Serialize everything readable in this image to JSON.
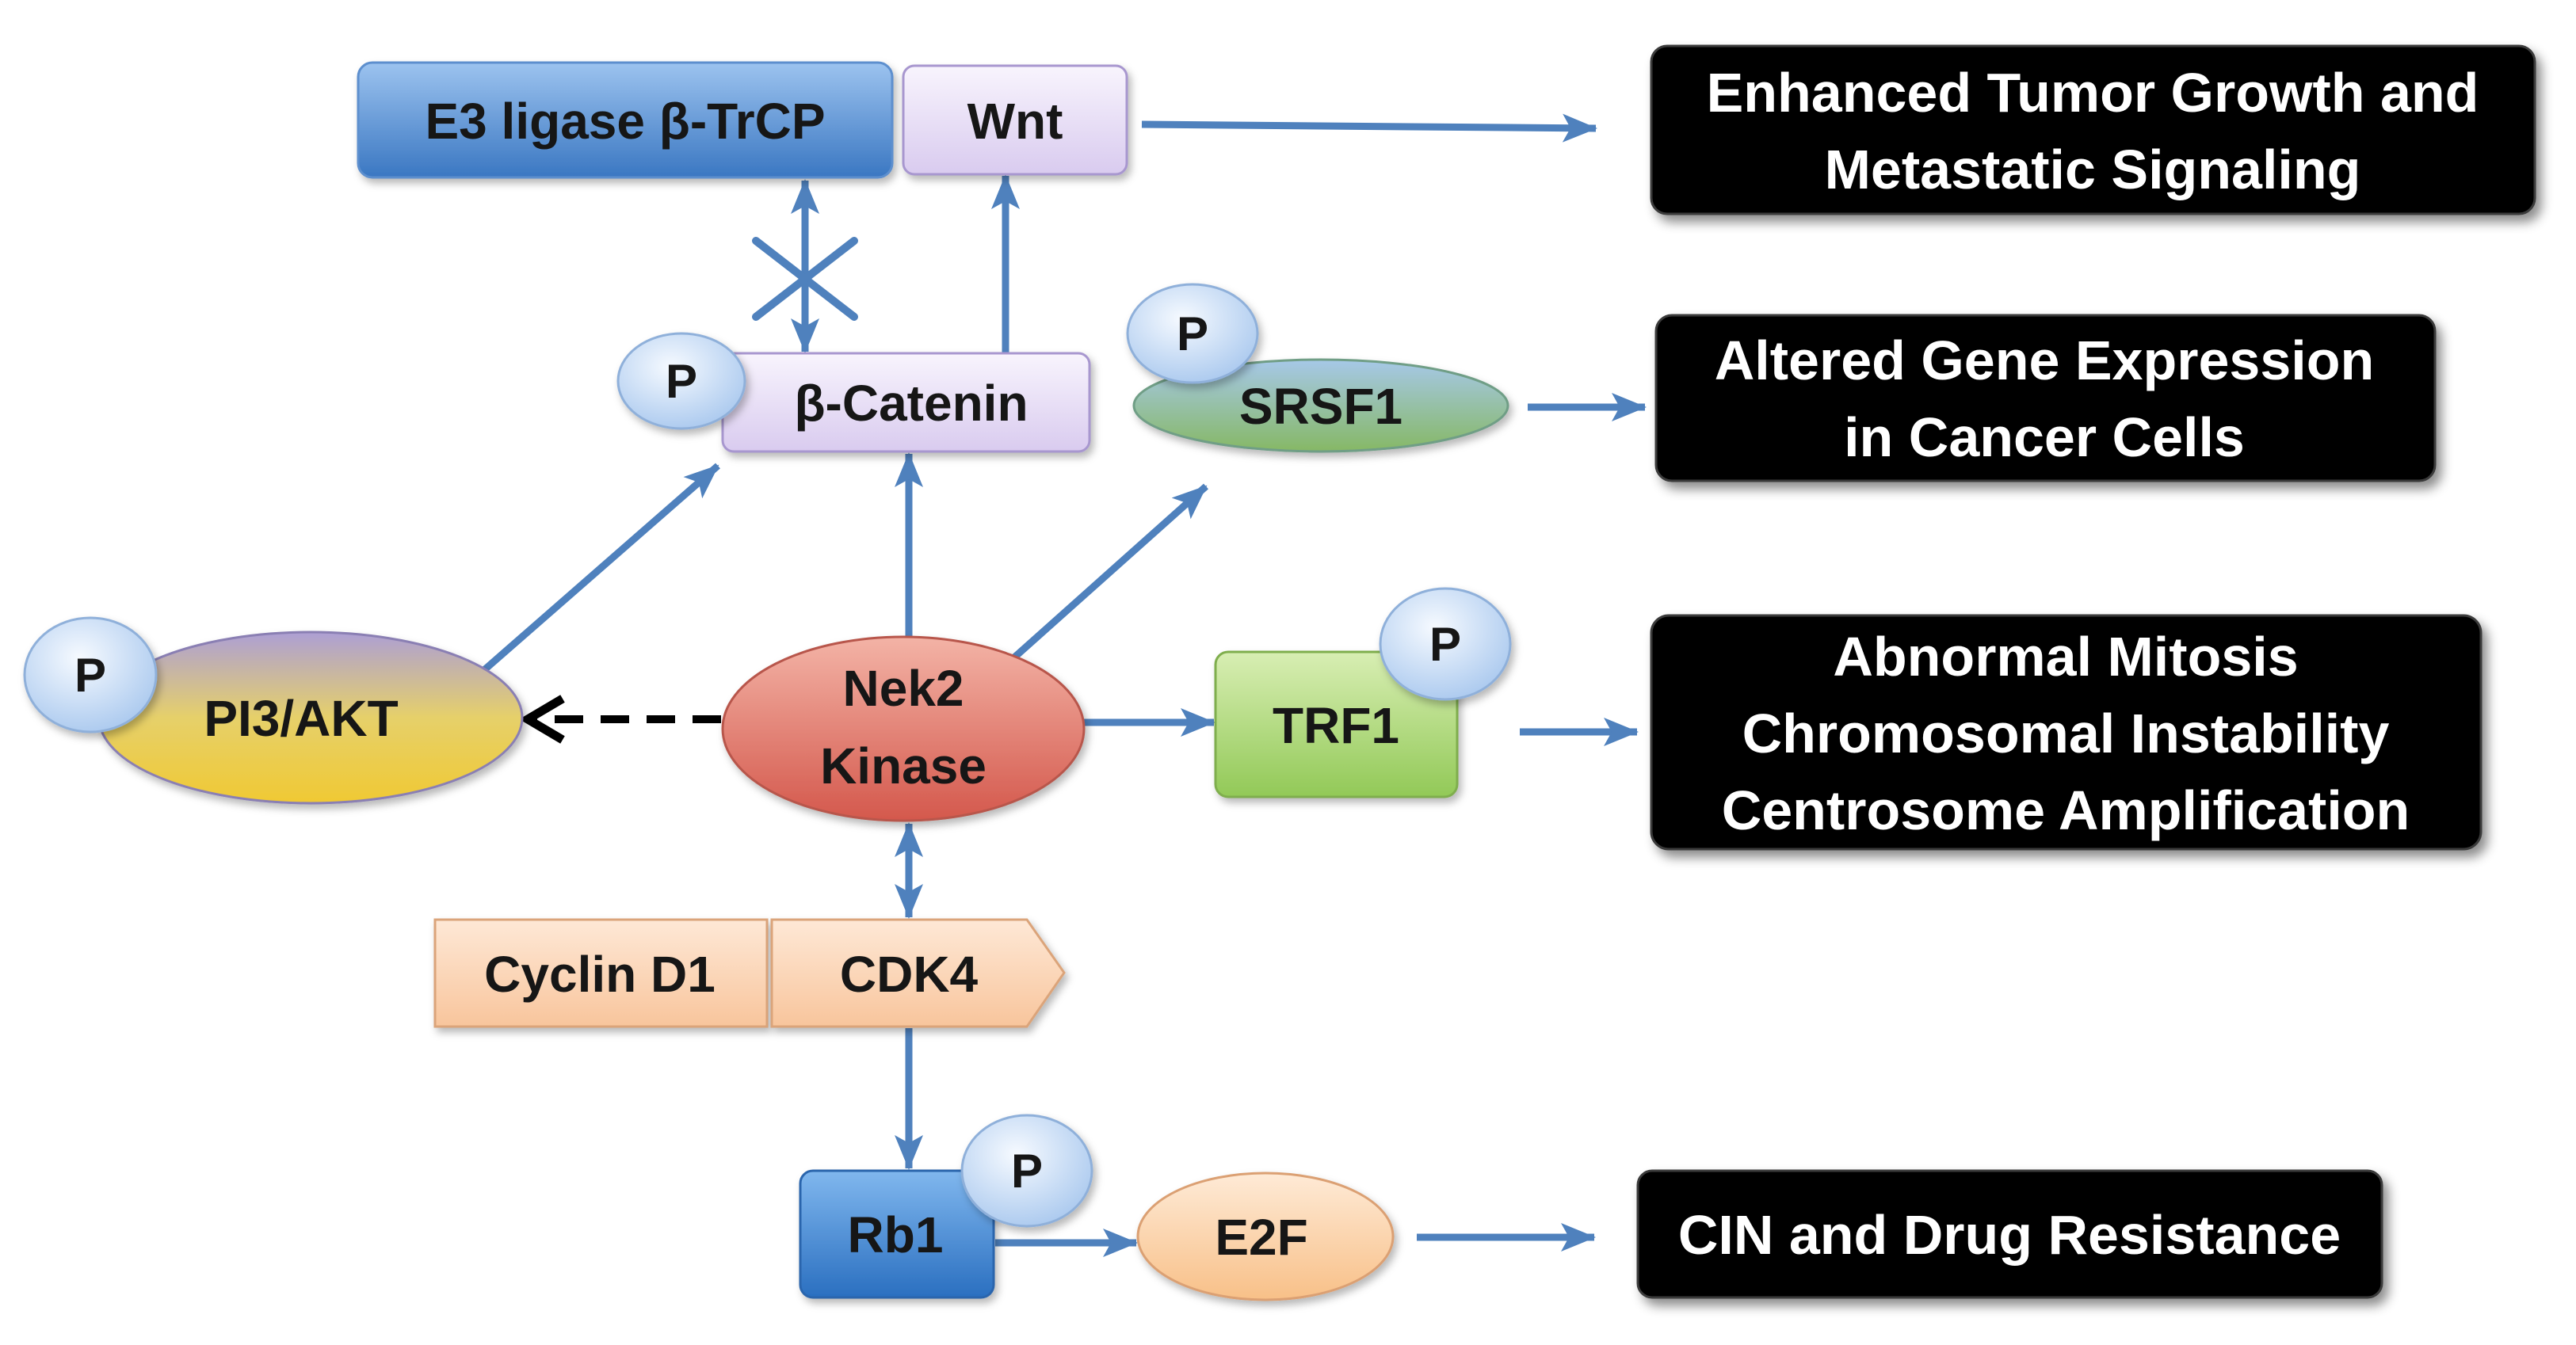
{
  "diagram": {
    "nodes": {
      "e3_ligase": "E3 ligase β-TrCP",
      "wnt": "Wnt",
      "beta_catenin": "β-Catenin",
      "srsf1": "SRSF1",
      "pi3_akt": "PI3/AKT",
      "nek2_kinase": [
        "Nek2",
        "Kinase"
      ],
      "trf1": "TRF1",
      "cyclin_d1": "Cyclin D1",
      "cdk4": "CDK4",
      "rb1": "Rb1",
      "e2f": "E2F",
      "phospho_label": "P"
    },
    "outcomes": {
      "tumor_growth": [
        "Enhanced Tumor Growth and",
        "Metastatic Signaling"
      ],
      "gene_expression": [
        "Altered Gene Expression",
        "in Cancer Cells"
      ],
      "mitosis": [
        "Abnormal Mitosis",
        "Chromosomal Instability",
        "Centrosome Amplification"
      ],
      "drug_resistance": [
        "CIN and Drug Resistance"
      ]
    },
    "colors": {
      "arrow": "#4f81bd",
      "dashed_arrow": "#000000",
      "outcome_box": "#000000",
      "outcome_text": "#ffffff",
      "e3_ligase": "#3a77c2",
      "wnt": "#d9cbef",
      "beta_catenin": "#d9cbef",
      "srsf1": "#86b865",
      "pi3_akt": "#f0c933",
      "nek2_kinase": "#d4584c",
      "trf1": "#92c957",
      "cyclin_d1": "#f8c59c",
      "cdk4": "#f8c59c",
      "rb1": "#2a6fc0",
      "e2f": "#f8c088",
      "phospho": "#a9c8ee"
    }
  }
}
